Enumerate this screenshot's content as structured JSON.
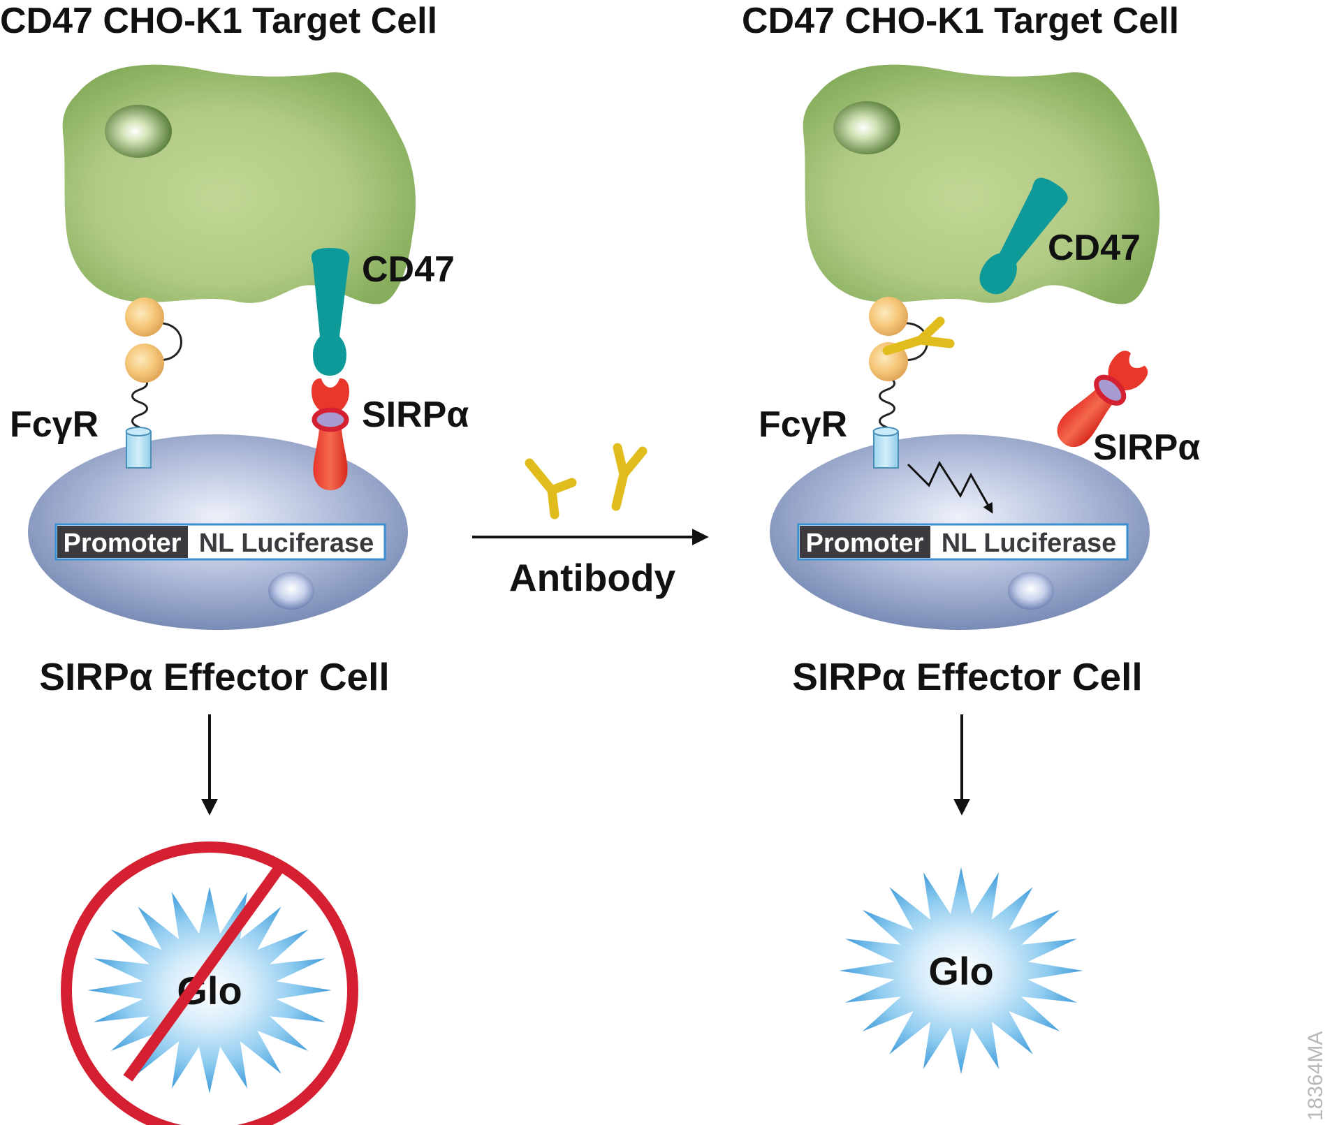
{
  "left_panel": {
    "title": "CD47 CHO-K1 Target Cell",
    "cd47_label": "CD47",
    "fcgr_label": "FcγR",
    "sirpa_label": "SIRPα",
    "promoter": "Promoter",
    "reporter": "NL Luciferase",
    "effector_label": "SIRPα Effector Cell",
    "output": "Glo"
  },
  "middle": {
    "antibody_label": "Antibody"
  },
  "right_panel": {
    "title": "CD47 CHO-K1 Target Cell",
    "cd47_label": "CD47",
    "fcgr_label": "FcγR",
    "sirpa_label": "SIRPα",
    "promoter": "Promoter",
    "reporter": "NL Luciferase",
    "effector_label": "SIRPα Effector Cell",
    "output": "Glo"
  },
  "figure_code": "18364MA",
  "colors": {
    "target_cell": "#a9c77f",
    "effector_cell": "#8b9cc4",
    "cd47": "#0f9a9a",
    "sirpa": "#e8372b",
    "fcgr_ball": "#f2bf6e",
    "antibody": "#e0bd1c",
    "no_symbol": "#d42031",
    "glo_star": "#7ec3ec"
  }
}
